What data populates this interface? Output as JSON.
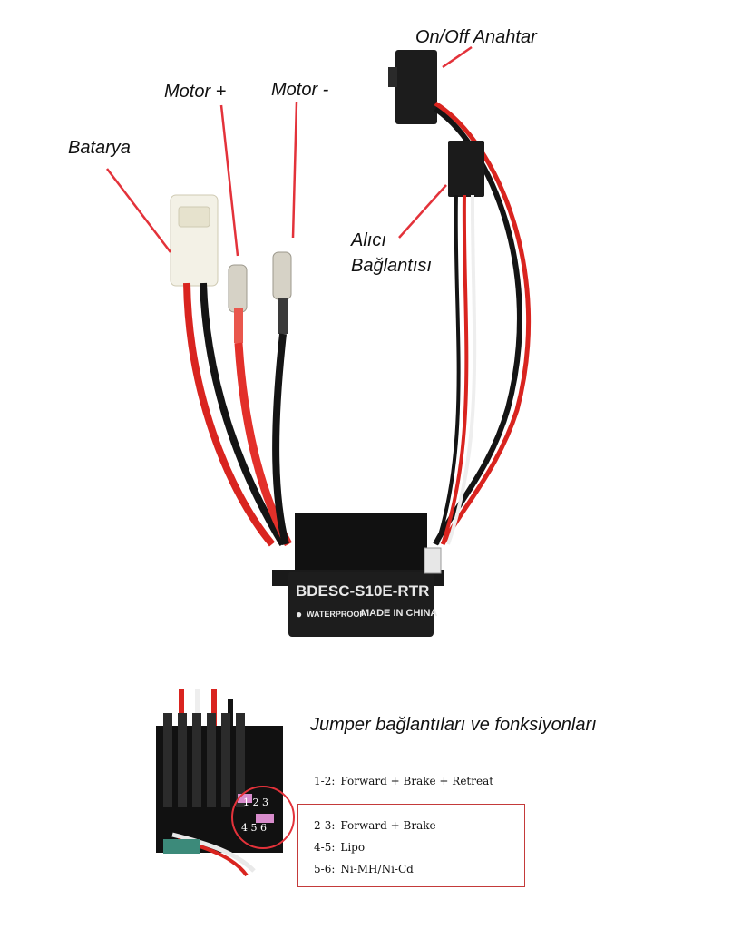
{
  "labels": {
    "batarya": "Batarya",
    "motor_plus": "Motor +",
    "motor_minus": "Motor -",
    "onoff": "On/Off Anahtar",
    "alici_1": "Alıcı",
    "alici_2": "Bağlantısı"
  },
  "esc": {
    "model": "BDESC-S10E-RTR",
    "waterproof": "WATERPROOF",
    "made_in": "MADE IN CHINA"
  },
  "jumper": {
    "title": "Jumper bağlantıları ve fonksiyonları",
    "pins_top": "1 2 3",
    "pins_bottom": "4 5 6",
    "rows": [
      {
        "key": "1-2:",
        "text": "Forward + Brake + Retreat"
      },
      {
        "key": "2-3:",
        "text": "Forward + Brake"
      },
      {
        "key": "4-5:",
        "text": "Lipo"
      },
      {
        "key": "5-6:",
        "text": "Ni-MH/Ni-Cd"
      }
    ]
  },
  "colors": {
    "annotation_line": "#e3323a",
    "wire_red": "#d9241f",
    "wire_black": "#141414",
    "esc_body": "#1a1a1a"
  }
}
